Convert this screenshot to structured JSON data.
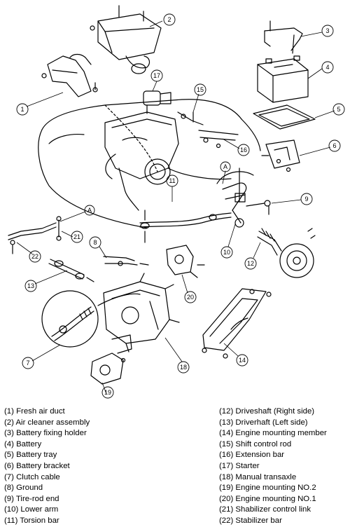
{
  "callouts": [
    "1",
    "2",
    "3",
    "4",
    "5",
    "6",
    "7",
    "8",
    "9",
    "10",
    "11",
    "12",
    "13",
    "14",
    "15",
    "16",
    "17",
    "18",
    "19",
    "20",
    "21",
    "22"
  ],
  "ref_marks": [
    "A",
    "A"
  ],
  "legend": {
    "left": [
      "(1)  Fresh air duct",
      "(2)  Air cleaner assembly",
      "(3)  Battery fixing holder",
      "(4)  Battery",
      "(5)  Battery tray",
      "(6)  Battery bracket",
      "(7)  Clutch cable",
      "(8)  Ground",
      "(9)  Tire-rod end",
      "(10) Lower arm",
      "(11) Torsion bar"
    ],
    "right": [
      "(12) Driveshaft (Right side)",
      "(13) Driverhaft (Left side)",
      "(14) Engine mounting member",
      "(15) Shift control rod",
      "(16) Extension bar",
      "(17) Starter",
      "(18) Manual transaxle",
      "(19) Engine mounting NO.2",
      "(20) Engine mounting NO.1",
      "(21) Shabilizer control link",
      "(22) Stabilizer bar"
    ]
  }
}
